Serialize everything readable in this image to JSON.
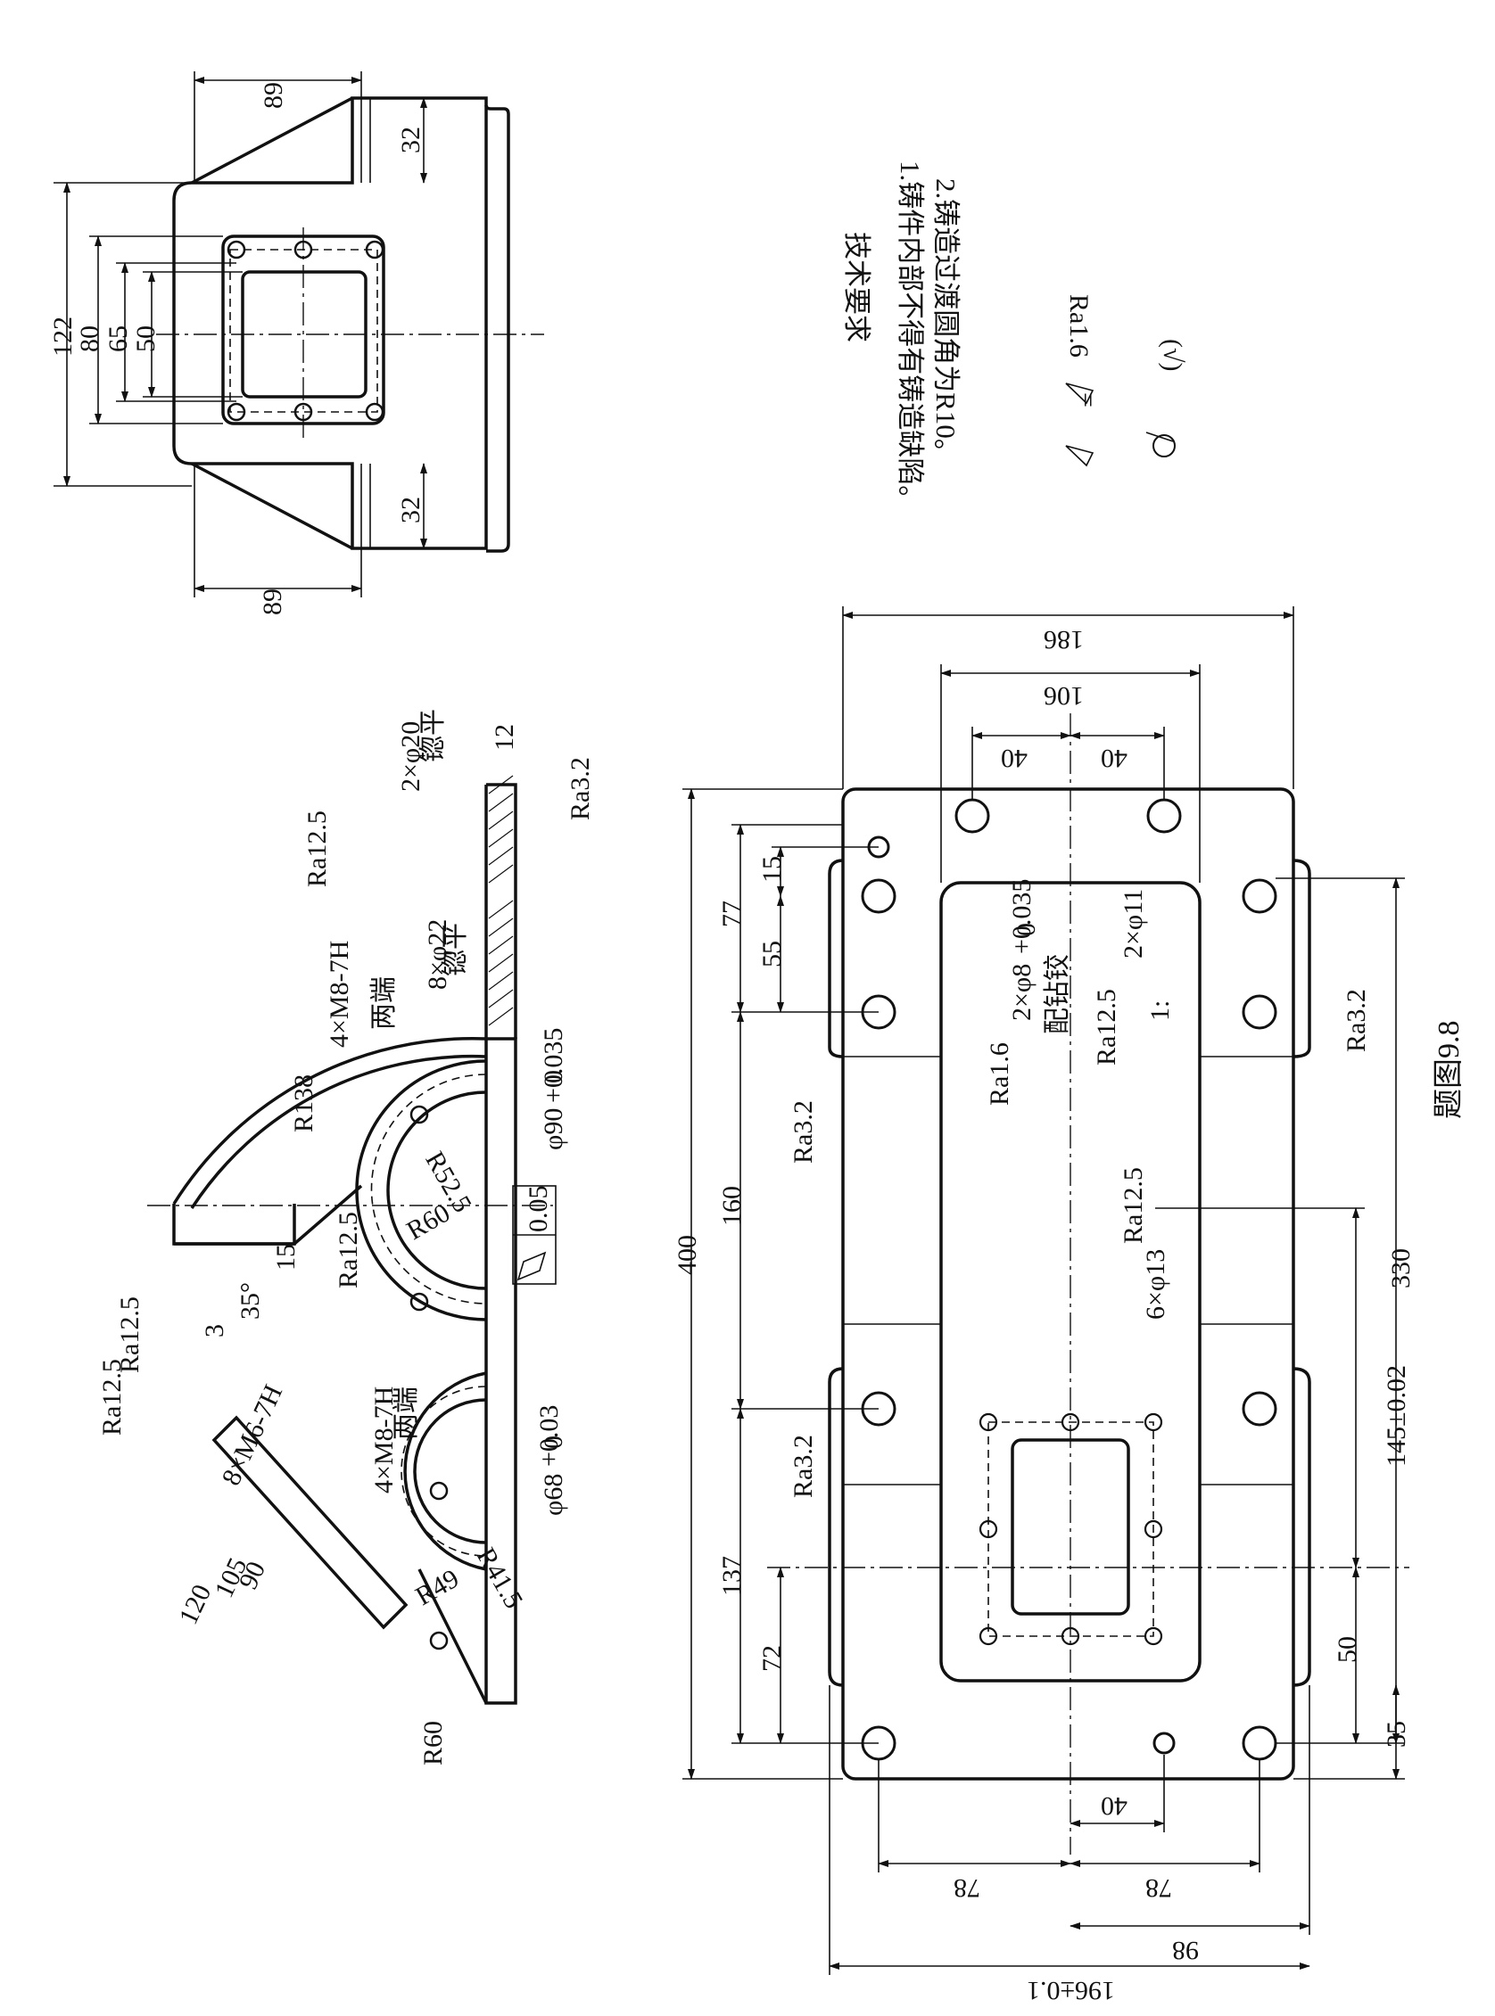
{
  "drawing": {
    "caption": "题图9.8",
    "tech_requirements": {
      "title": "技术要求",
      "items": [
        "1.铸件内部不得有铸造缺陷。",
        "2.铸造过渡圆角为R10。"
      ]
    },
    "roughness_legend": {
      "eq_symbol_value": "Ra1.6",
      "equals": "=",
      "paren_check": "(√)"
    },
    "top_view": {
      "dims": {
        "d89_top": "89",
        "d89_bottom": "89",
        "d32_top": "32",
        "d32_bottom": "32",
        "d122": "122",
        "d80": "80",
        "d65": "65",
        "d50": "50"
      }
    },
    "section_view": {
      "labels": {
        "counterbore_2x": "2×φ20",
        "counterbore_2x_note": "锪平",
        "counterbore_8x": "8×φ22",
        "counterbore_8x_note": "锪平",
        "thk12": "12",
        "ra32": "Ra3.2",
        "ra125_top": "Ra12.5",
        "ra125_mid": "Ra12.5",
        "ra125_left1": "Ra12.5",
        "ra125_left2": "Ra12.5",
        "m8_upper": "4×M8-7H",
        "m8_upper_note": "两端",
        "m8_lower": "4×M8-7H",
        "m8_lower_note": "两端",
        "r138": "R138",
        "r52": "R52.5",
        "r60a": "R60",
        "r41": "R41.5",
        "r49": "R49",
        "r60b": "R60",
        "d15": "15",
        "angle35": "35°",
        "angle3": "3",
        "phi90": "φ90",
        "phi90_tol_up": "+0.035",
        "phi90_tol_lo": "0",
        "phi68": "φ68",
        "phi68_tol_up": "+0.03",
        "phi68_tol_lo": "0",
        "flatness_value": "0.05",
        "m6": "8×M6-7H",
        "d120": "120",
        "d105": "105",
        "d90": "90"
      }
    },
    "plan_view": {
      "dims": {
        "d186": "186",
        "d106": "106",
        "d40a": "40",
        "d40b": "40",
        "d40c": "40",
        "d78a": "78",
        "d78b": "78",
        "d98": "98",
        "d196": "196±0.1",
        "d400": "400",
        "d77": "77",
        "d15": "15",
        "d55": "55",
        "d160": "160",
        "d137": "137",
        "d72": "72",
        "d330": "330",
        "d145": "145±0.02",
        "d50": "50",
        "d35": "35",
        "ra16": "Ra1.6",
        "pin_holes": "2×φ8",
        "pin_tol_up": "+0.035",
        "pin_tol_lo": "0",
        "pin_note": "配钻铰",
        "ra125": "Ra12.5",
        "ra125b": "Ra12.5",
        "holes11": "2×φ11",
        "ra32_left1": "Ra3.2",
        "ra32_left2": "Ra3.2",
        "ra32_right": "Ra3.2",
        "holes13": "6×φ13",
        "partial_mark": "1:"
      }
    }
  }
}
